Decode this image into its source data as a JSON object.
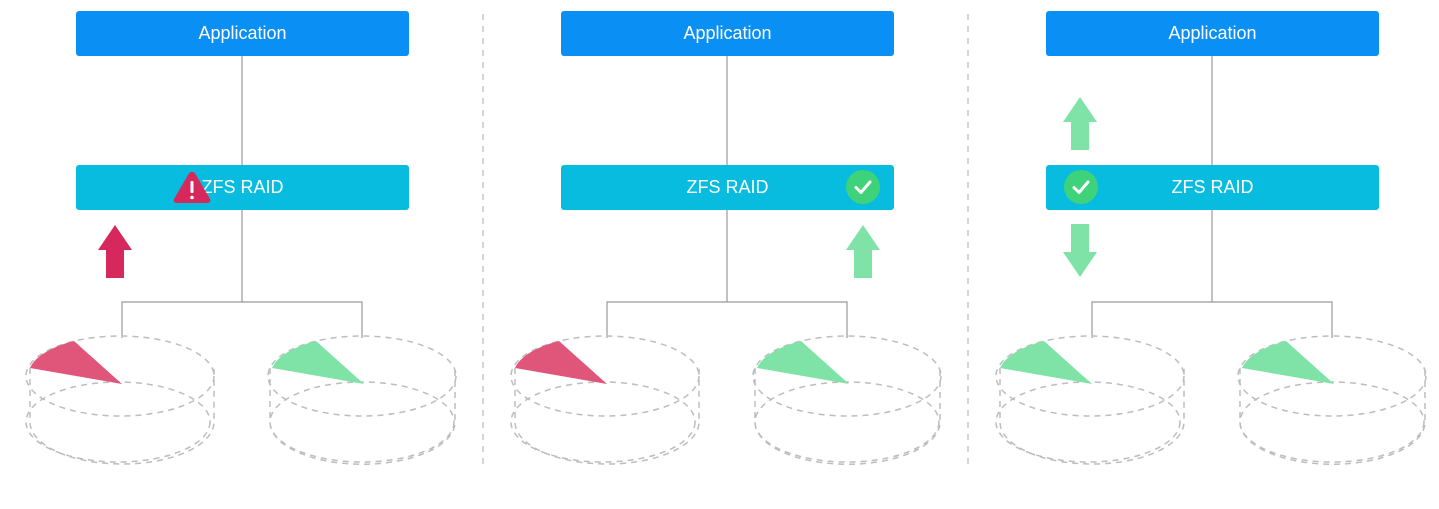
{
  "panels": [
    {
      "application_label": "Application",
      "raid_label": "ZFS RAID",
      "raid_status": "warning",
      "raid_status_icon": "warning-triangle-icon",
      "arrows": [
        "up-red"
      ],
      "disks": [
        "failed",
        "healthy"
      ]
    },
    {
      "application_label": "Application",
      "raid_label": "ZFS RAID",
      "raid_status": "ok",
      "raid_status_icon": "check-circle-icon",
      "arrows": [
        "up-green"
      ],
      "disks": [
        "failed",
        "healthy"
      ]
    },
    {
      "application_label": "Application",
      "raid_label": "ZFS RAID",
      "raid_status": "ok",
      "raid_status_icon": "check-circle-icon",
      "arrows": [
        "up-green",
        "down-green"
      ],
      "disks": [
        "healthy",
        "healthy"
      ]
    }
  ],
  "colors": {
    "application_box": "#0a8ff5",
    "raid_box": "#08bcdf",
    "failed": "#e0557a",
    "warning": "#d6285c",
    "healthy": "#7fe3a8",
    "check_circle": "#3ed37a",
    "connector": "#9a9a9a",
    "dashed_outline": "#bdbdbd"
  }
}
